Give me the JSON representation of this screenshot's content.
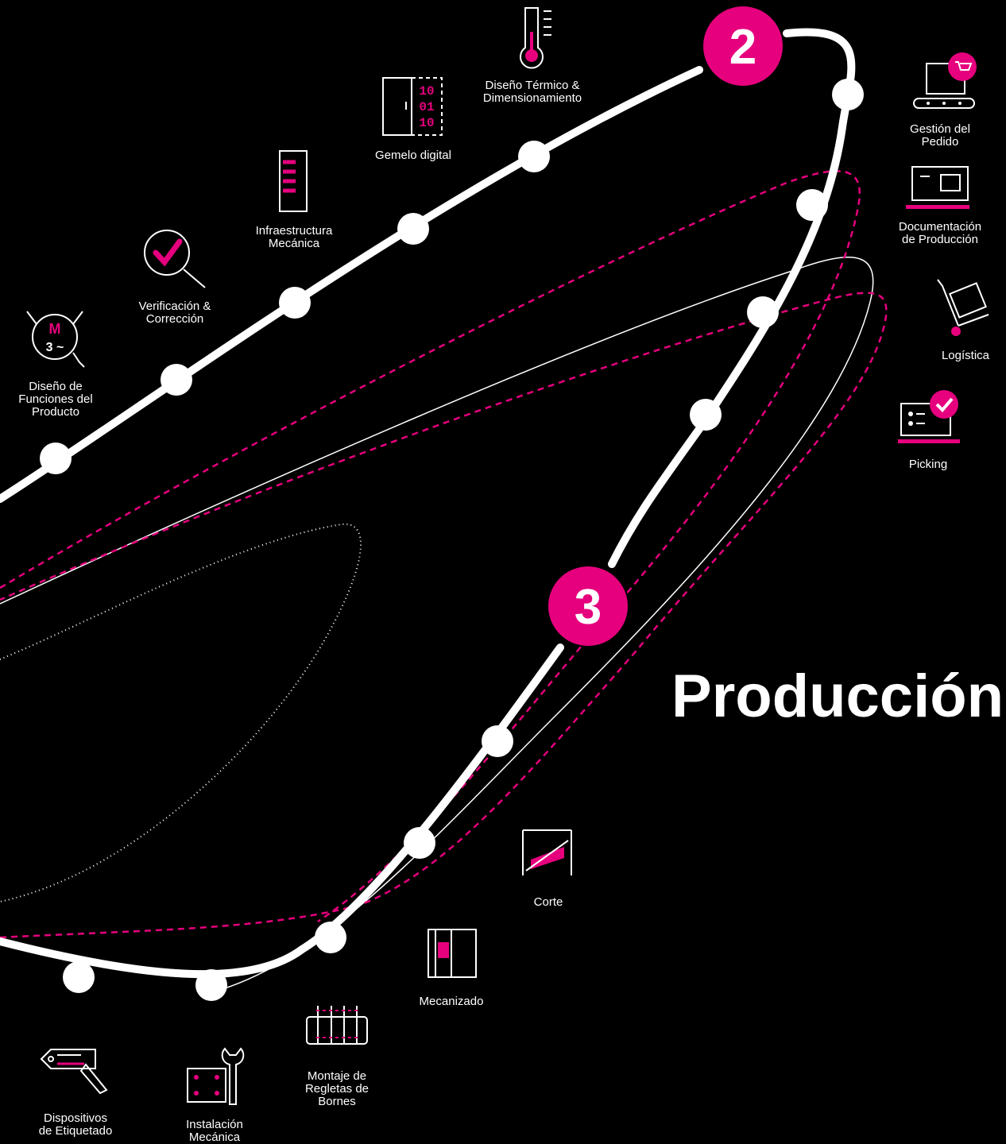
{
  "colors": {
    "accent": "#e6007e",
    "background": "#000000",
    "line": "#ffffff"
  },
  "stages": [
    {
      "number": "2"
    },
    {
      "number": "3",
      "title": "Producción"
    }
  ],
  "icons": {
    "motor": {
      "letter": "M",
      "phase": "3 ~"
    },
    "digital_twin": {
      "bits": [
        "10",
        "01",
        "10"
      ]
    }
  },
  "steps": [
    {
      "id": "thermal",
      "label": "Diseño Térmico &\nDimensionamiento",
      "icon": "thermometer-icon"
    },
    {
      "id": "twin",
      "label": "Gemelo digital",
      "icon": "digital-twin-icon"
    },
    {
      "id": "mechanical_infra",
      "label": "Infraestructura\nMecánica",
      "icon": "ruler-icon"
    },
    {
      "id": "verification",
      "label": "Verificación &\nCorrección",
      "icon": "magnifier-check-icon"
    },
    {
      "id": "product_functions",
      "label": "Diseño de\nFunciones del\nProducto",
      "icon": "motor-icon"
    },
    {
      "id": "order",
      "label": "Gestión del\nPedido",
      "icon": "laptop-cart-icon"
    },
    {
      "id": "docs",
      "label": "Documentación\nde Producción",
      "icon": "document-monitor-icon"
    },
    {
      "id": "logistics",
      "label": "Logística",
      "icon": "hand-truck-icon"
    },
    {
      "id": "picking",
      "label": "Picking",
      "icon": "picking-check-icon"
    },
    {
      "id": "cutting",
      "label": "Corte",
      "icon": "cutting-icon"
    },
    {
      "id": "machining",
      "label": "Mecanizado",
      "icon": "machining-icon"
    },
    {
      "id": "terminal_blocks",
      "label": "Montaje de\nRegletas de\nBornes",
      "icon": "terminal-block-icon"
    },
    {
      "id": "mech_install",
      "label": "Instalación\nMecánica",
      "icon": "wrench-panel-icon"
    },
    {
      "id": "labeling",
      "label": "Dispositivos\nde Etiquetado",
      "icon": "label-tag-icon"
    }
  ]
}
